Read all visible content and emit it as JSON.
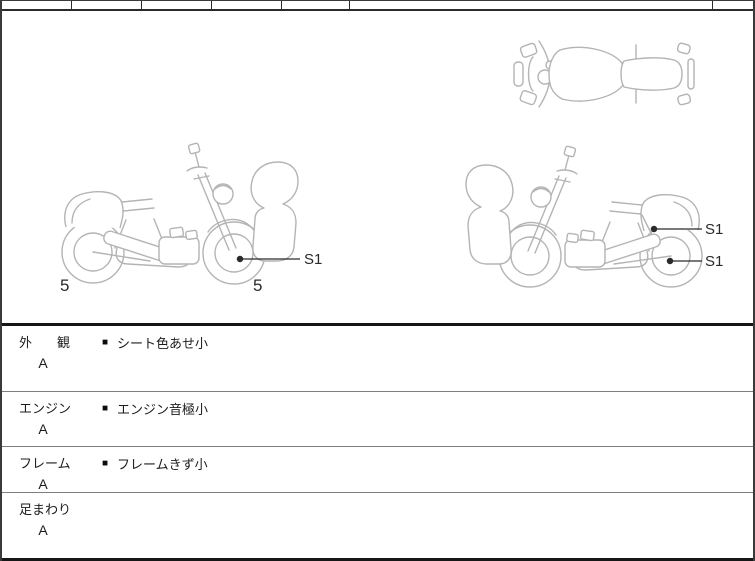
{
  "sheet_title": "motorcycle-inspection-diagram",
  "diagram": {
    "line_color": "#b4b4b4",
    "annotation_color": "#2a2a2a",
    "left_bike": {
      "rear_wheel_label": "5",
      "front_wheel_label": "5",
      "s1_label": "S1"
    },
    "right_bike": {
      "s1_upper_label": "S1",
      "s1_lower_label": "S1"
    }
  },
  "inspection": {
    "rows": [
      {
        "category": "外　観",
        "grade": "A",
        "bullet": "■",
        "remark": "シート色あせ小"
      },
      {
        "category": "エンジン",
        "grade": "A",
        "bullet": "■",
        "remark": "エンジン音極小"
      },
      {
        "category": "フレーム",
        "grade": "A",
        "bullet": "■",
        "remark": "フレームきず小"
      },
      {
        "category": "足まわり",
        "grade": "A",
        "bullet": "",
        "remark": ""
      }
    ]
  }
}
